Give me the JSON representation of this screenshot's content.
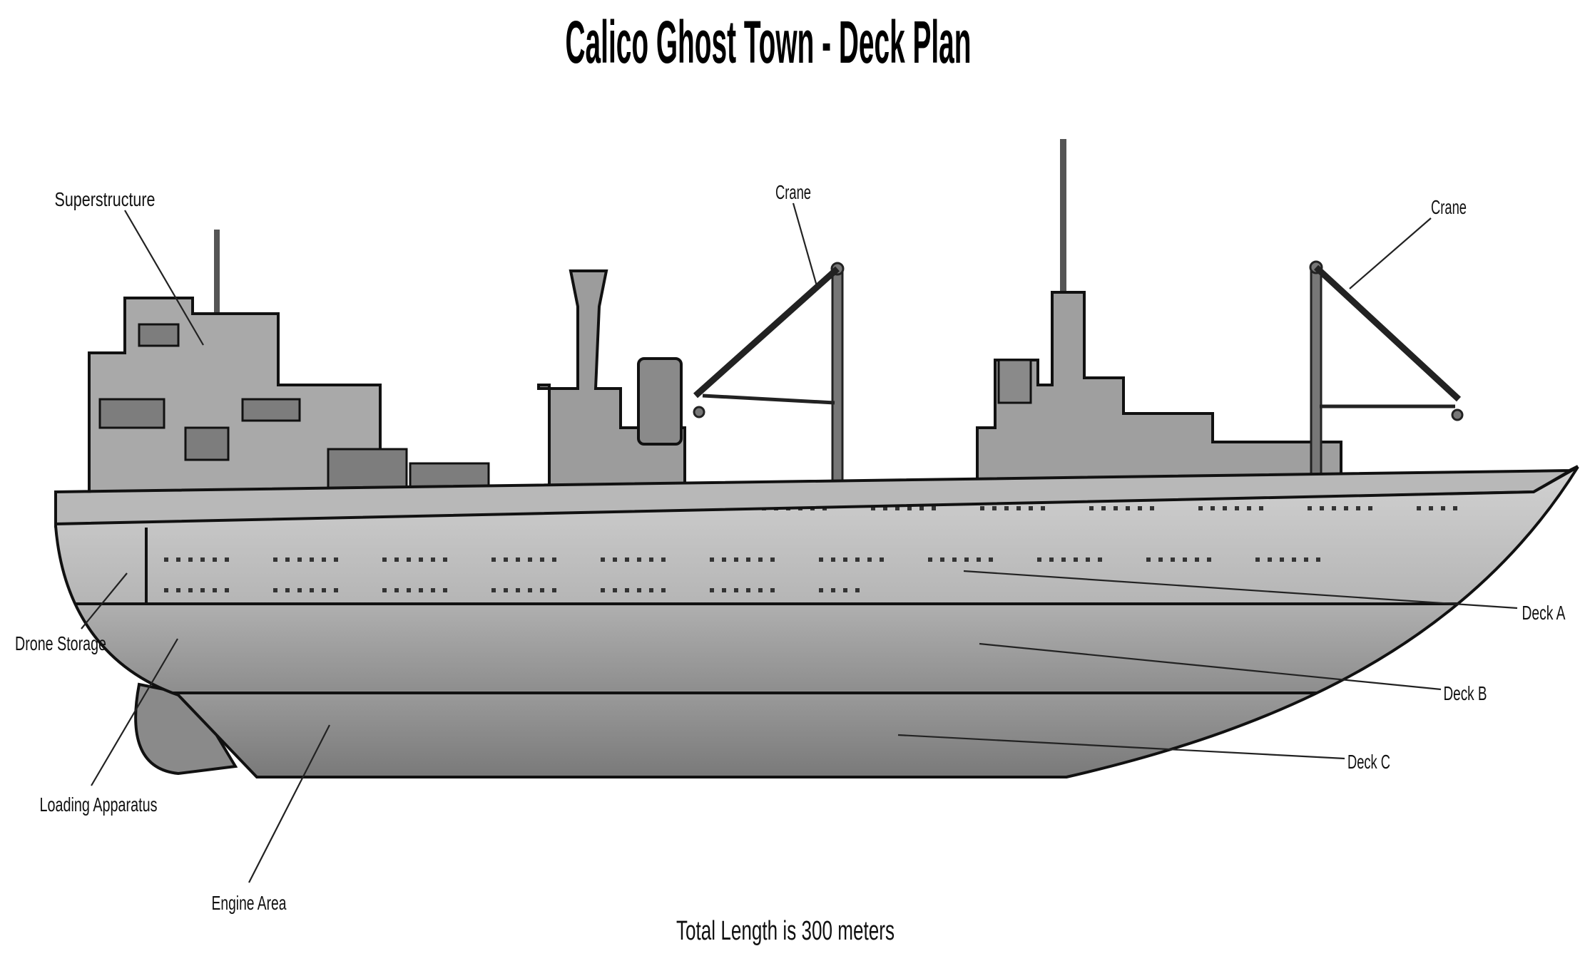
{
  "title": "Calico Ghost Town - Deck Plan",
  "footer": "Total Length is 300 meters",
  "labels": {
    "superstructure": "Superstructure",
    "crane_1": "Crane",
    "crane_2": "Crane",
    "deck_a": "Deck A",
    "deck_b": "Deck B",
    "deck_c": "Deck C",
    "drone_storage": "Drone Storage",
    "loading_apparatus": "Loading Apparatus",
    "engine_area": "Engine Area"
  }
}
